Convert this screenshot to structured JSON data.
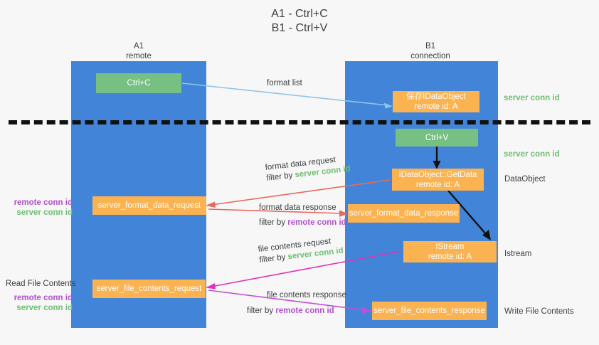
{
  "title": {
    "line1": "A1 - Ctrl+C",
    "line2": "B1 - Ctrl+V"
  },
  "columns": {
    "left": {
      "name": "A1",
      "role": "remote"
    },
    "right": {
      "name": "B1",
      "role": "connection"
    }
  },
  "nodes": {
    "ctrl_c": {
      "label": "Ctrl+C",
      "color": "#77c083"
    },
    "idataobject": {
      "line1": "保存IDataObject",
      "line2": "remote id: A",
      "color": "#fbb250"
    },
    "ctrl_v": {
      "label": "Ctrl+V",
      "color": "#77c083"
    },
    "getdata": {
      "line1": "IDataObject::GetData",
      "line2": "remote id: A",
      "color": "#fbb250"
    },
    "server_format_data_request": {
      "label": "server_format_data_request",
      "color": "#fbb250"
    },
    "server_format_data_response": {
      "label": "server_format_data_response",
      "color": "#fbb250"
    },
    "istream": {
      "line1": "IStream",
      "line2": "remote id: A",
      "color": "#fbb250"
    },
    "server_file_contents_request": {
      "label": "server_file_contents_request",
      "color": "#fbb250"
    },
    "server_file_contents_response": {
      "label": "server_file_contents_response",
      "color": "#fbb250"
    }
  },
  "edges": {
    "format_list": {
      "label": "format list",
      "color": "#8fc4ea"
    },
    "format_data_request": {
      "label": "format data request",
      "filter_prefix": "filter by ",
      "filter_value": "server conn id",
      "color": "#e8685d"
    },
    "format_data_response": {
      "label": "format data response",
      "filter_prefix": "filter by ",
      "filter_value": "remote conn id",
      "color": "#e8685d"
    },
    "file_contents_request": {
      "label": "file contents request",
      "filter_prefix": "filter by ",
      "filter_value": "server conn id",
      "color": "#e033b5"
    },
    "file_contents_response": {
      "label": "file contents response",
      "filter_prefix": "filter by ",
      "filter_value": "remote conn id",
      "color": "#c050d8"
    }
  },
  "side_labels": {
    "server_conn_id_top": "server conn id",
    "server_conn_id_mid": "server conn id",
    "dataobject": "DataObject",
    "istream": "Istream",
    "write_file_contents": "Write File Contents",
    "read_file_contents": "Read File Contents",
    "remote_conn_id": "remote conn id",
    "server_conn_id": "server conn id"
  },
  "colors": {
    "lane": "#4285d8",
    "green_node": "#77c083",
    "orange_node": "#fbb250",
    "server_conn_id": "#6fbf73",
    "remote_conn_id": "#b24fd0",
    "dashed_line": "#111111",
    "background": "#f7f7f7"
  }
}
